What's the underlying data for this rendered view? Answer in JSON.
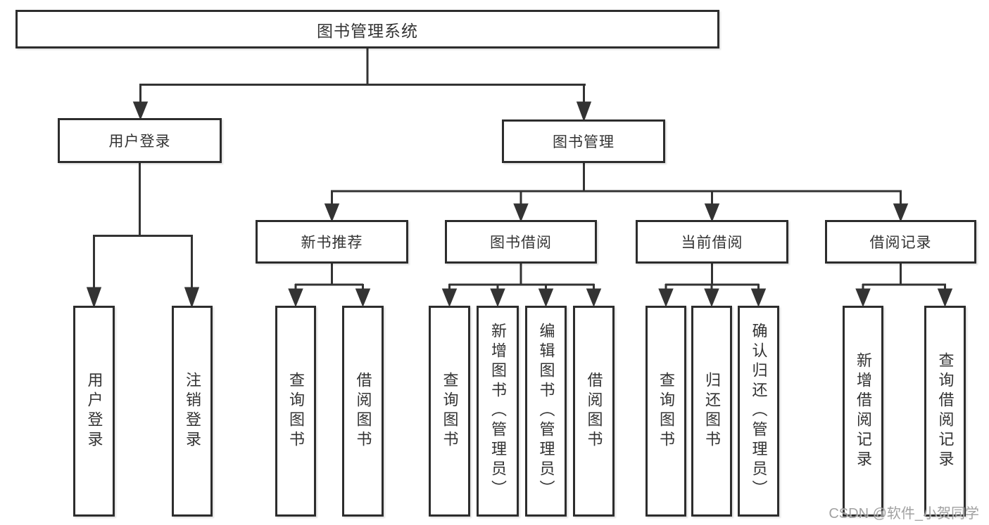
{
  "tree": {
    "root": "图书管理系统",
    "user_login": {
      "label": "用户登录",
      "children": [
        "用户登录",
        "注销登录"
      ]
    },
    "book_mgmt": {
      "label": "图书管理",
      "groups": [
        {
          "label": "新书推荐",
          "children": [
            "查询图书",
            "借阅图书"
          ]
        },
        {
          "label": "图书借阅",
          "children": [
            "查询图书",
            "新增图书（管理员）",
            "编辑图书（管理员）",
            "借阅图书"
          ]
        },
        {
          "label": "当前借阅",
          "children": [
            "查询图书",
            "归还图书",
            "确认归还（管理员）"
          ]
        },
        {
          "label": "借阅记录",
          "children": [
            "新增借阅记录",
            "查询借阅记录"
          ]
        }
      ]
    }
  },
  "watermark": {
    "text": "CSDN @软件_小贺同学"
  },
  "colors": {
    "line": "#333333",
    "box_border": "#2d2d2d",
    "text": "#333333",
    "watermark": "#979797",
    "background": "#ffffff"
  }
}
